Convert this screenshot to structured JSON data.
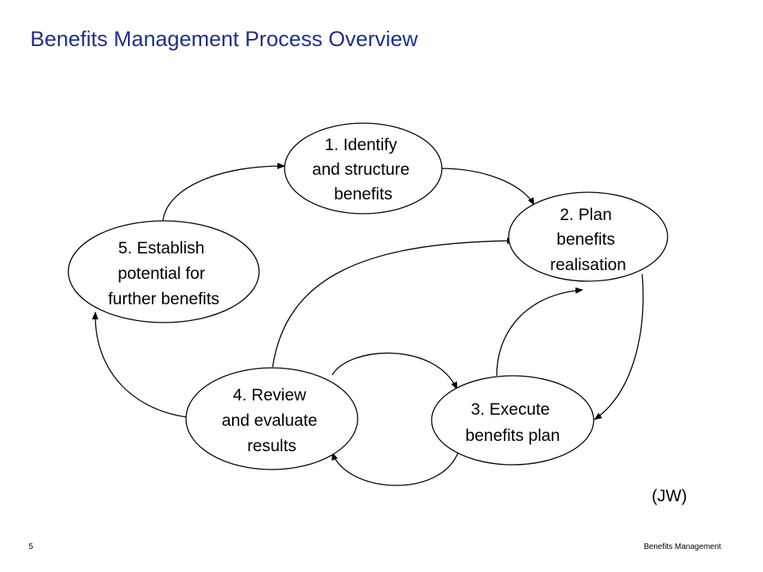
{
  "slide": {
    "title": "Benefits Management Process Overview",
    "credit": "(JW)",
    "page_number": "5",
    "footer": "Benefits Management"
  },
  "colors": {
    "title": "#1f2f8f",
    "stroke": "#000000",
    "background": "#ffffff"
  },
  "nodes": [
    {
      "id": "identify",
      "lines": [
        "1. Identify",
        "and structure",
        "benefits"
      ]
    },
    {
      "id": "plan",
      "lines": [
        "2. Plan",
        "benefits",
        "realisation"
      ]
    },
    {
      "id": "execute",
      "lines": [
        "3. Execute",
        "benefits plan"
      ]
    },
    {
      "id": "review",
      "lines": [
        "4. Review",
        "and evaluate",
        "results"
      ]
    },
    {
      "id": "establish",
      "lines": [
        "5. Establish",
        "potential for",
        "further benefits"
      ]
    }
  ],
  "edges": [
    {
      "from": "identify",
      "to": "plan"
    },
    {
      "from": "plan",
      "to": "execute"
    },
    {
      "from": "execute",
      "to": "plan"
    },
    {
      "from": "execute",
      "to": "review"
    },
    {
      "from": "review",
      "to": "execute"
    },
    {
      "from": "review",
      "to": "plan"
    },
    {
      "from": "review",
      "to": "establish"
    },
    {
      "from": "establish",
      "to": "identify"
    }
  ]
}
